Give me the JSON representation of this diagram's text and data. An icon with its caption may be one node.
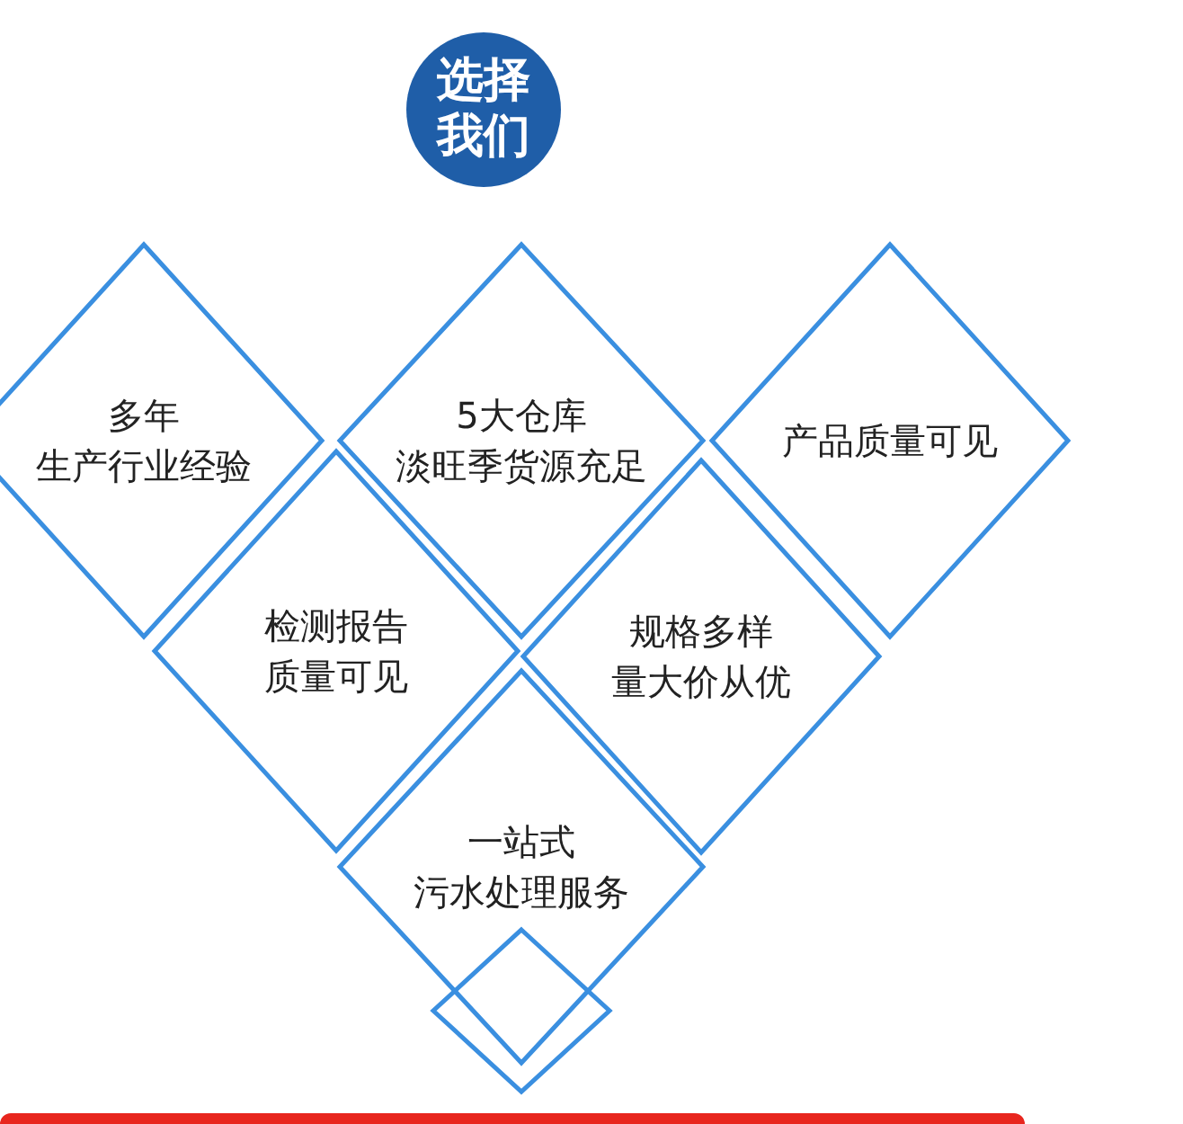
{
  "diagram": {
    "title": "选择我们",
    "nodes": [
      {
        "text": [
          "多年",
          "生产行业经验"
        ]
      },
      {
        "text": [
          "5大仓库",
          "淡旺季货源充足"
        ]
      },
      {
        "text": [
          "产品质量可见"
        ]
      },
      {
        "text": [
          "检测报告",
          "质量可见"
        ]
      },
      {
        "text": [
          "规格多样",
          "量大价从优"
        ]
      },
      {
        "text": [
          "一站式",
          "污水处理服务"
        ]
      },
      {
        "text": [],
        "shape": "diamond"
      }
    ],
    "edges": []
  }
}
